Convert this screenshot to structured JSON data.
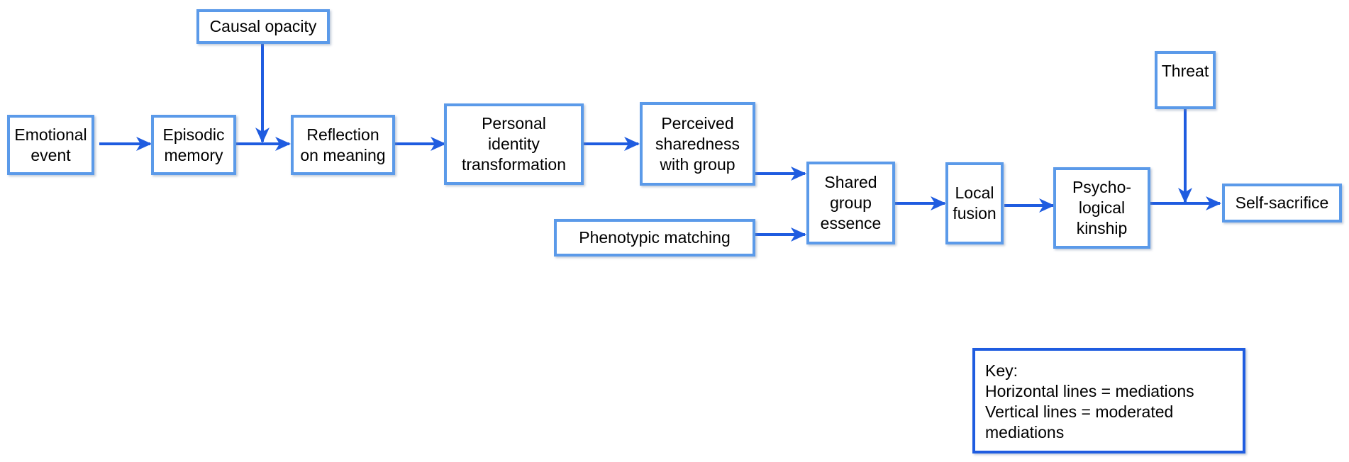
{
  "nodes": {
    "emotional_event": "Emotional\nevent",
    "episodic_memory": "Episodic\nmemory",
    "causal_opacity": "Causal opacity",
    "reflection": "Reflection\non meaning",
    "identity": "Personal\nidentity\ntransformation",
    "sharedness": "Perceived\nsharedness\nwith group",
    "phenotypic": "Phenotypic matching",
    "essence": "Shared\ngroup\nessence",
    "local_fusion": "Local\nfusion",
    "kinship": "Psycho-\nlogical\nkinship",
    "threat": "Threat",
    "self_sacrifice": "Self-sacrifice"
  },
  "key": {
    "title": "Key:",
    "horizontal": "Horizontal lines = mediations",
    "vertical": "Vertical lines = moderated\nmediations"
  },
  "colors": {
    "arrow": "#1f5ce0",
    "node_border": "#5b9ae9",
    "key_border": "#1f5ce0"
  }
}
